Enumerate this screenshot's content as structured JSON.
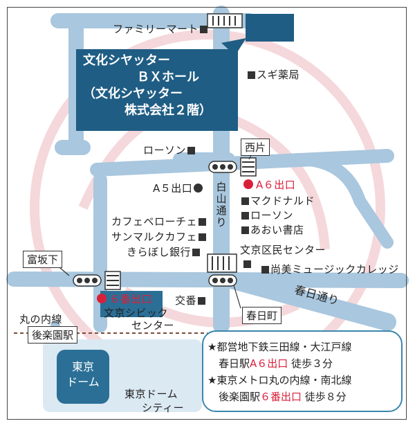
{
  "venue": {
    "line1": "文化シヤッター",
    "line2": "ＢＸホール",
    "line3": "（文化シヤッター",
    "line4": "株式会社２階）"
  },
  "places": {
    "familymart": "ファミリーマート",
    "sugi": "スギ薬局",
    "lawson1": "ローソン",
    "nishikata": "西片",
    "a5": "A５出口",
    "a6": "A６出口",
    "mcd": "マクドナルド",
    "lawson2": "ローソン",
    "aoi": "あおい書店",
    "cafe1": "カフェベローチェ",
    "cafe2": "サンマルクカフェ",
    "kiraboshi": "きらぼし銀行",
    "tomisaka": "富坂下",
    "kumin": "文京区民センター",
    "shobi": "尚美ミュージックカレッジ",
    "kasugadori": "春日通り",
    "exit6": "６番出口",
    "koban": "交番",
    "civic1": "文京シビック",
    "civic2": "センター",
    "kasugacho": "春日町",
    "marunouchi": "丸の内線",
    "korakuen": "後楽園駅",
    "dome1": "東京",
    "dome2": "ドーム",
    "domecity1": "東京ドーム",
    "domecity2": "シティー"
  },
  "hakusan": {
    "c1": "白",
    "c2": "山",
    "c3": "通",
    "c4": "り"
  },
  "access": {
    "l1": "★都営地下鉄三田線・大江戸線",
    "l2a": "春日駅",
    "l2b": "A６出口",
    "l2c": " 徒歩３分",
    "l3": "★東京メトロ丸の内線・南北線",
    "l4a": "後楽園駅",
    "l4b": "６番出口",
    "l4c": " 徒歩８分"
  },
  "colors": {
    "road": "#a9c7de",
    "accent_red": "#d9203a",
    "venue_blue": "#1f5d84",
    "dome_blue": "#2b6f96",
    "watermark": "#f4d4d8"
  }
}
